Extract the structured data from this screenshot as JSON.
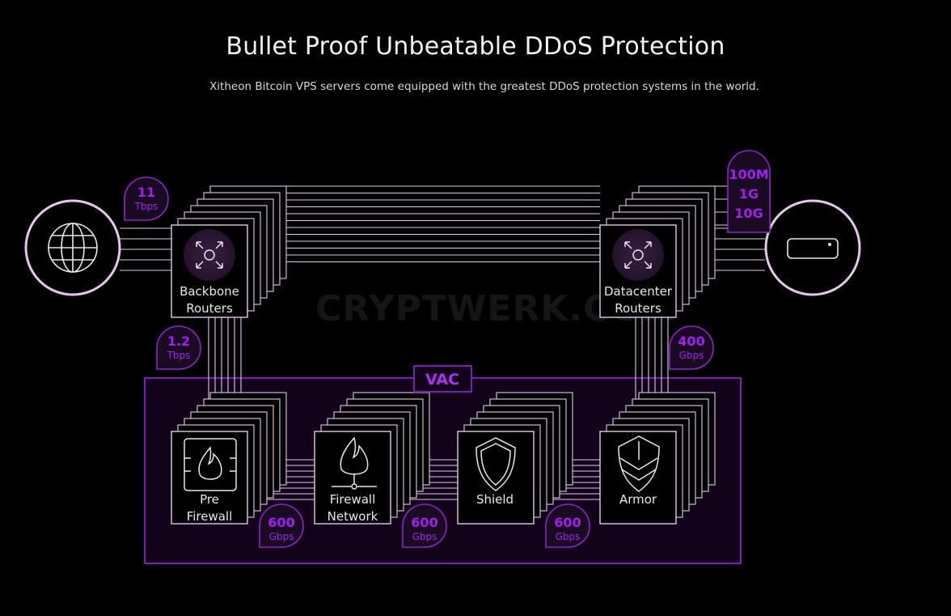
{
  "header": {
    "title": "Bullet Proof Unbeatable DDoS Protection",
    "subtitle": "Xitheon Bitcoin VPS servers come equipped with the greatest DDoS protection systems in the world."
  },
  "watermark": "CRYPTWERK.COM",
  "colors": {
    "background": "#000000",
    "line": "#e6c6ee",
    "accent_purple": "#a020f0",
    "vac_border": "#7a1fb5",
    "vac_fill": "#12031a"
  },
  "nodes": {
    "internet": {
      "icon": "globe-icon"
    },
    "server": {
      "icon": "server-icon"
    },
    "backbone": {
      "label_line1": "Backbone",
      "label_line2": "Routers",
      "icon": "arrows-out-icon"
    },
    "datacenter": {
      "label_line1": "Datacenter",
      "label_line2": "Routers",
      "icon": "arrows-out-icon"
    },
    "pre_firewall": {
      "label_line1": "Pre",
      "label_line2": "Firewall",
      "icon": "chip-flame-icon"
    },
    "firewall_network": {
      "label_line1": "Firewall",
      "label_line2": "Network",
      "icon": "flame-network-icon"
    },
    "shield": {
      "label": "Shield",
      "icon": "shield-icon"
    },
    "armor": {
      "label": "Armor",
      "icon": "armor-shield-icon"
    }
  },
  "vac": {
    "label": "VAC"
  },
  "badges": {
    "internet_backbone": {
      "value": "11",
      "unit": "Tbps"
    },
    "backbone_vac": {
      "value": "1.2",
      "unit": "Tbps"
    },
    "datacenter_vac": {
      "value": "400",
      "unit": "Gbps"
    },
    "server_ports": {
      "line1": "100M",
      "line2": "1G",
      "line3": "10G"
    },
    "pre_to_firewall": {
      "value": "600",
      "unit": "Gbps"
    },
    "firewall_to_shield": {
      "value": "600",
      "unit": "Gbps"
    },
    "shield_to_armor": {
      "value": "600",
      "unit": "Gbps"
    }
  }
}
